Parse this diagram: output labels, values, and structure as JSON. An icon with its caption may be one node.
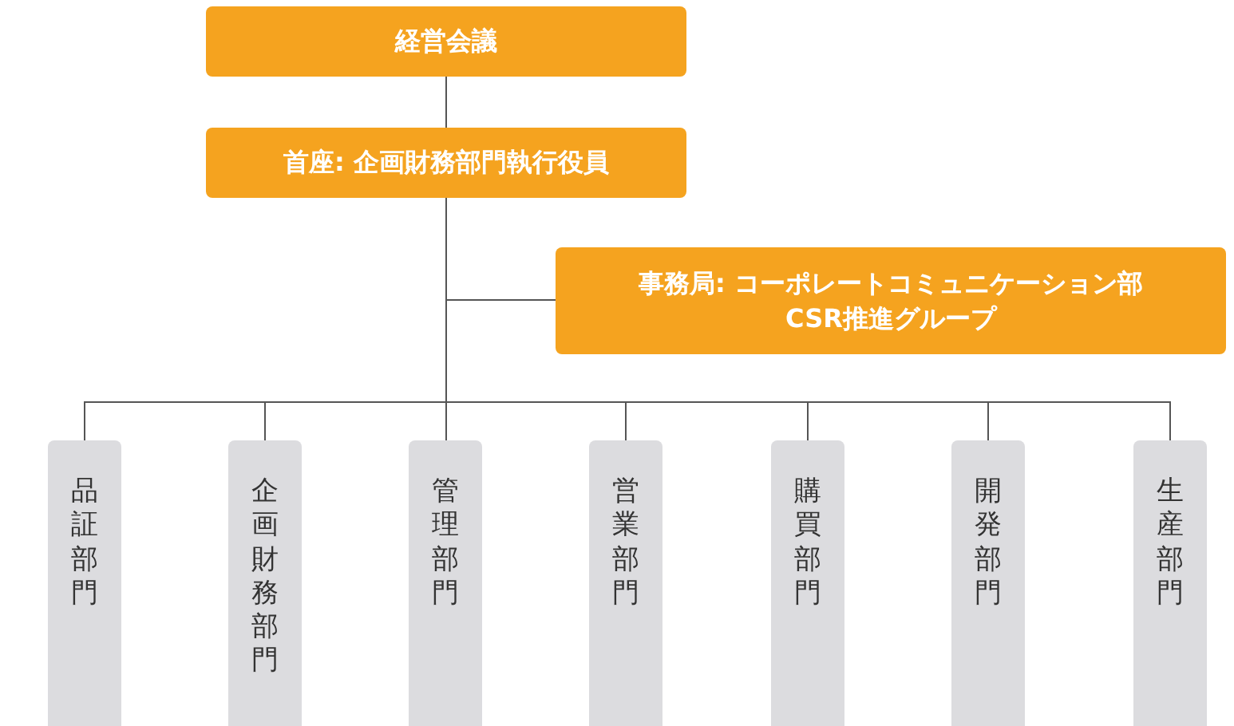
{
  "diagram": {
    "nodes": [
      {
        "text": [
          "経営会議"
        ]
      },
      {
        "text": [
          "首座: 企画財務部門執行役員"
        ]
      },
      {
        "text": [
          "事務局: コーポレートコミュニケーション部 CSR推進グループ"
        ]
      },
      {
        "text": [
          "品証部門"
        ]
      },
      {
        "text": [
          "企画財務部門"
        ]
      },
      {
        "text": [
          "管理部門"
        ]
      },
      {
        "text": [
          "営業部門"
        ]
      },
      {
        "text": [
          "購買部門"
        ]
      },
      {
        "text": [
          "開発部門"
        ]
      },
      {
        "text": [
          "生産部門"
        ]
      }
    ],
    "edges": [
      {
        "from": 0,
        "to": 1,
        "arrow": "none"
      },
      {
        "from": 1,
        "to": 2,
        "arrow": "none"
      },
      {
        "from": 1,
        "to": 3,
        "arrow": "none"
      },
      {
        "from": 1,
        "to": 4,
        "arrow": "none"
      },
      {
        "from": 1,
        "to": 5,
        "arrow": "none"
      },
      {
        "from": 1,
        "to": 6,
        "arrow": "none"
      },
      {
        "from": 1,
        "to": 7,
        "arrow": "none"
      },
      {
        "from": 1,
        "to": 8,
        "arrow": "none"
      },
      {
        "from": 1,
        "to": 9,
        "arrow": "none"
      }
    ]
  }
}
